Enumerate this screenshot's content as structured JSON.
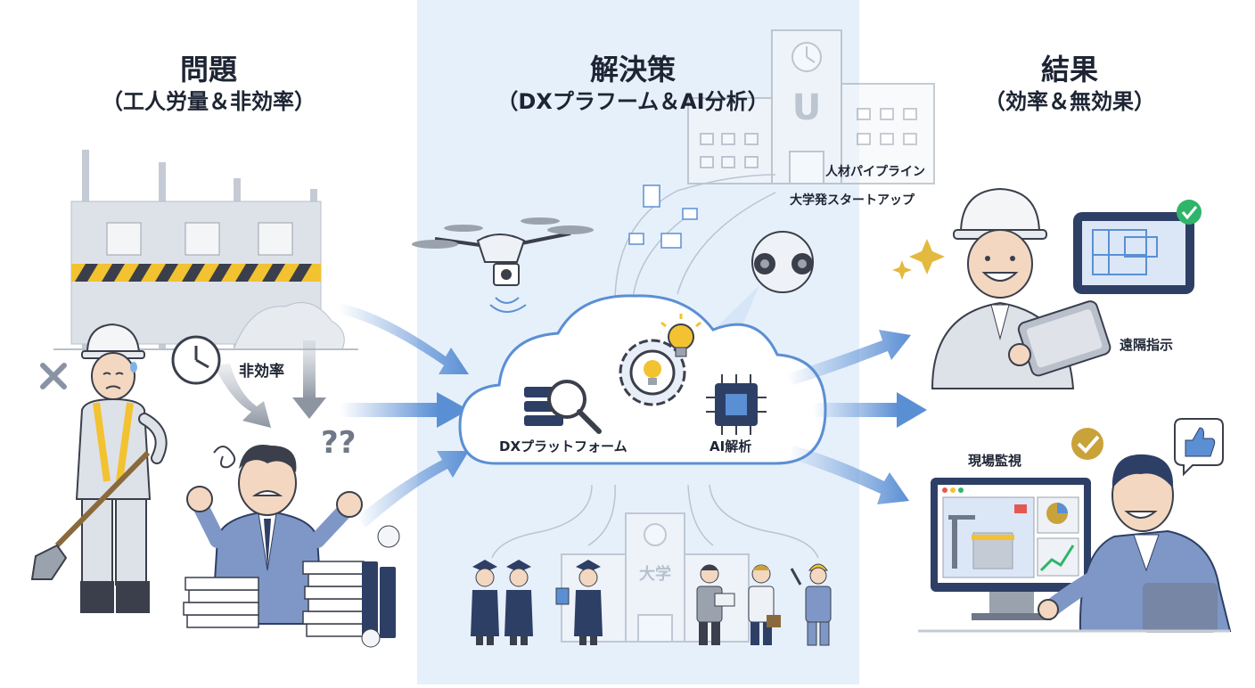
{
  "columns": {
    "problem": {
      "title": "問題",
      "subtitle": "（工人労量＆非効率）"
    },
    "solution": {
      "title": "解決策",
      "subtitle": "（DXプラフーム＆AI分析）"
    },
    "result": {
      "title": "結果",
      "subtitle": "（効率＆無効果）"
    }
  },
  "labels": {
    "inefficiency": "非効率",
    "dx_platform": "DXプラットフォーム",
    "ai_analysis": "AI解析",
    "talent_pipeline": "人材パイプライン",
    "university_startup": "大学発スタートアップ",
    "remote_instruction": "遠隔指示",
    "site_monitoring": "現場監視",
    "building_letter": "U",
    "university_sign": "大学"
  },
  "colors": {
    "center_band": "#e6f0fb",
    "arrow_blue": "#5b8fd4",
    "navy": "#2e3f66",
    "outline": "#3a3f4b",
    "hazard_yellow": "#f2c230",
    "check_green": "#2fb56a",
    "check_gold": "#c9a23a"
  }
}
